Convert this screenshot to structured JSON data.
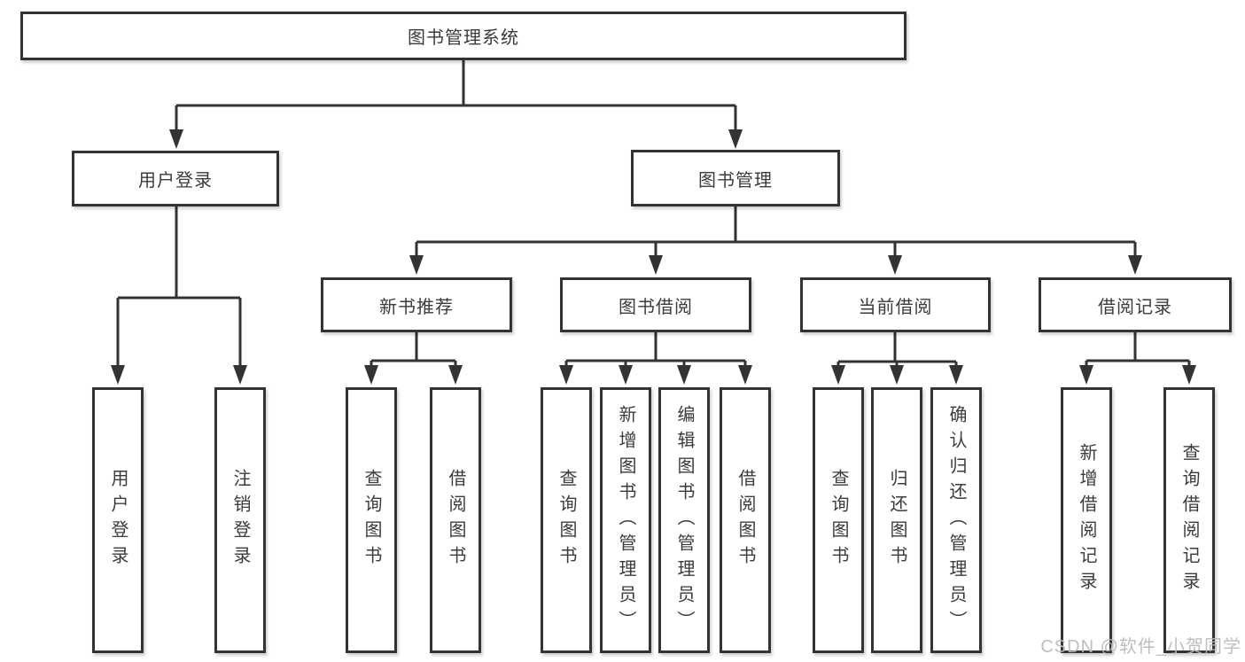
{
  "diagram": {
    "title": "图书管理系统",
    "root": {
      "label": "图书管理系统"
    },
    "branches": {
      "user_login": {
        "label": "用户登录",
        "children": [
          {
            "label": "用户登录"
          },
          {
            "label": "注销登录"
          }
        ]
      },
      "book_mgmt": {
        "label": "图书管理",
        "sections": [
          {
            "label": "新书推荐",
            "children": [
              {
                "label": "查询图书"
              },
              {
                "label": "借阅图书"
              }
            ]
          },
          {
            "label": "图书借阅",
            "children": [
              {
                "label": "查询图书"
              },
              {
                "label": "新增图书（管理员）"
              },
              {
                "label": "编辑图书（管理员）"
              },
              {
                "label": "借阅图书"
              }
            ]
          },
          {
            "label": "当前借阅",
            "children": [
              {
                "label": "查询图书"
              },
              {
                "label": "归还图书"
              },
              {
                "label": "确认归还（管理员）"
              }
            ]
          },
          {
            "label": "借阅记录",
            "children": [
              {
                "label": "新增借阅记录"
              },
              {
                "label": "查询借阅记录"
              }
            ]
          }
        ]
      }
    }
  },
  "colors": {
    "line": "#333333",
    "box_border": "#333333",
    "text": "#3b3b3b",
    "watermark": "#bbbbbb"
  },
  "watermark": {
    "text": "CSDN @软件_小贺同学"
  }
}
